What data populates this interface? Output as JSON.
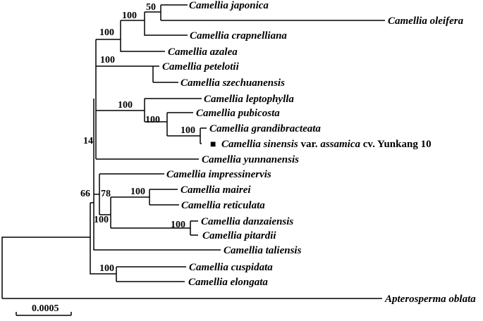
{
  "tree": {
    "taxa": [
      {
        "name": "Camellia japonica"
      },
      {
        "name": "Camellia oleifera"
      },
      {
        "name": "Camellia crapnelliana"
      },
      {
        "name": "Camellia azalea"
      },
      {
        "name": "Camellia petelotii"
      },
      {
        "name": "Camellia szechuanensis"
      },
      {
        "name": "Camellia leptophylla"
      },
      {
        "name": "Camellia pubicosta"
      },
      {
        "name": "Camellia grandibracteata"
      },
      {
        "name": "Camellia sinensis",
        "suffix_upright": " var. ",
        "variety": "assamica",
        "cultivar": " cv. Yunkang 10",
        "marker": "■"
      },
      {
        "name": "Camellia yunnanensis"
      },
      {
        "name": "Camellia impressinervis"
      },
      {
        "name": "Camellia mairei"
      },
      {
        "name": "Camellia reticulata"
      },
      {
        "name": "Camellia danzaiensis"
      },
      {
        "name": "Camellia pitardii"
      },
      {
        "name": "Camellia taliensis"
      },
      {
        "name": "Camellia cuspidata"
      },
      {
        "name": "Camellia elongata"
      },
      {
        "name": "Apterosperma oblata"
      }
    ],
    "bootstrap": {
      "n50": "50",
      "n100_japonica_group": "100",
      "n100_azalea_group": "100",
      "n100_petelotii_group": "100",
      "n100_leptophylla_group": "100",
      "n100_pubicosta_group": "100",
      "n100_grandibracteata_group": "100",
      "n14": "14",
      "n66": "66",
      "n78": "78",
      "n100_mairei_group": "100",
      "n100_danzaiensis_group": "100",
      "n100_lower_group": "100",
      "n100_cuspidata_group": "100"
    },
    "scale_bar_label": "0.0005"
  }
}
